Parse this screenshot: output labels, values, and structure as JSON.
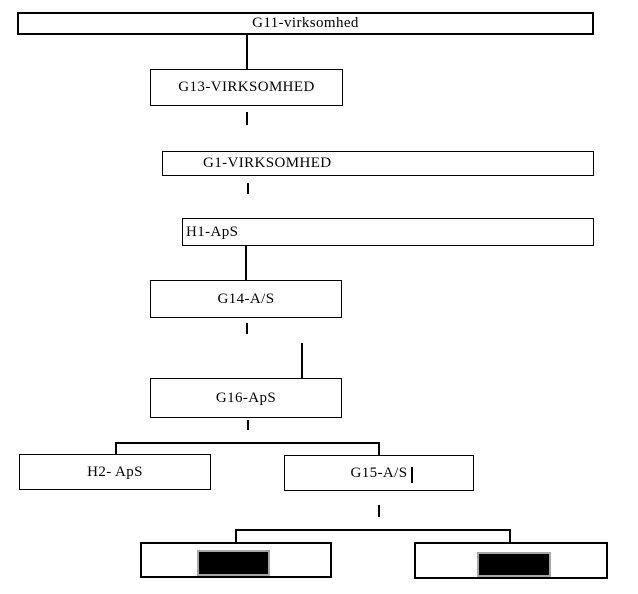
{
  "diagram": {
    "type": "org-hierarchy",
    "nodes": [
      {
        "id": "g11",
        "label": "G11-virksomhed"
      },
      {
        "id": "g13",
        "label": "G13-VIRKSOMHED"
      },
      {
        "id": "g1",
        "label": "G1-VIRKSOMHED"
      },
      {
        "id": "h1",
        "label": "H1-ApS"
      },
      {
        "id": "g14",
        "label": "G14-A/S"
      },
      {
        "id": "g16",
        "label": "G16-ApS"
      },
      {
        "id": "h2",
        "label": "H2- ApS"
      },
      {
        "id": "g15",
        "label": "G15-A/S"
      },
      {
        "id": "redacted-left",
        "label": ""
      },
      {
        "id": "redacted-right",
        "label": ""
      }
    ],
    "edges": [
      "G11-virksomhed -> G13-VIRKSOMHED",
      "G13-VIRKSOMHED -> G1-VIRKSOMHED",
      "G1-VIRKSOMHED -> H1-ApS",
      "H1-ApS -> G14-A/S",
      "G14-A/S -> G16-ApS",
      "G16-ApS -> H2- ApS",
      "G16-ApS -> G15-A/S",
      "G15-A/S -> redacted-left",
      "G15-A/S -> redacted-right"
    ],
    "colors": {
      "line": "#000000",
      "background": "#ffffff",
      "redaction_fill": "#000000",
      "redaction_border": "#a6a6a6"
    }
  }
}
